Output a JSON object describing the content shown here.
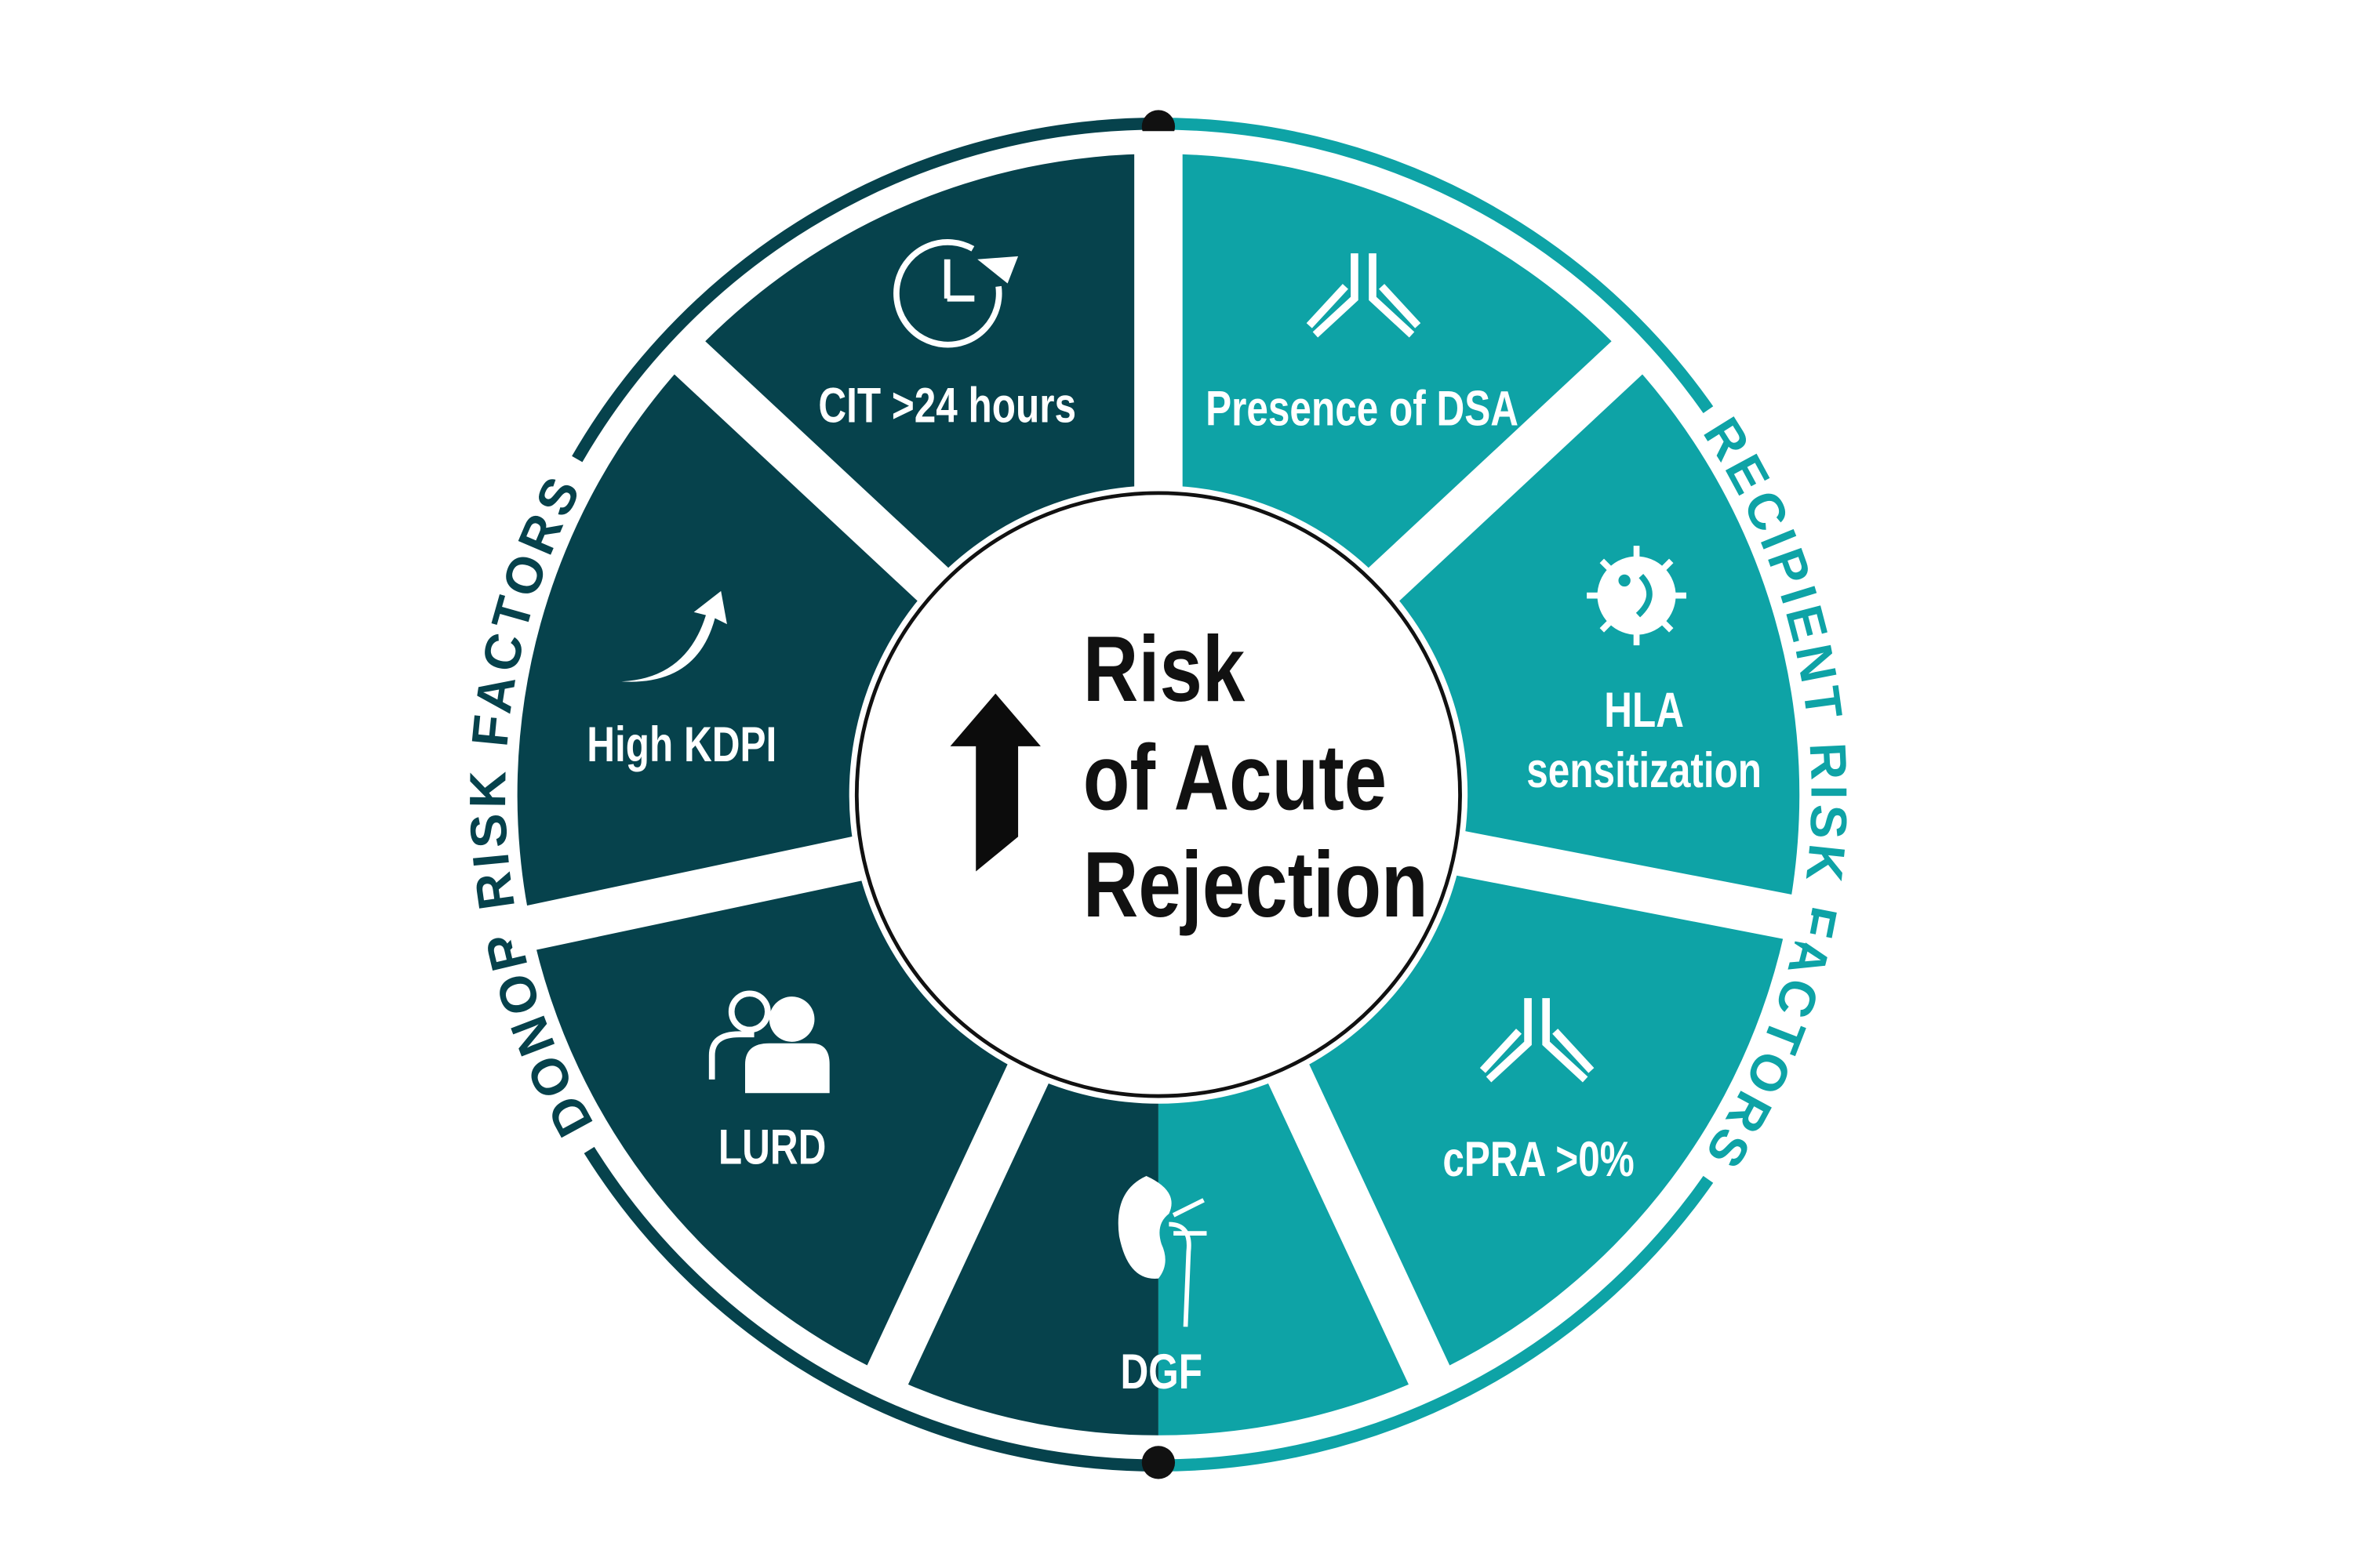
{
  "center": {
    "title_lines": [
      "Risk",
      "of Acute",
      "Rejection"
    ],
    "icon": "up-arrow-icon"
  },
  "donor": {
    "label": "DONOR RISK FACTORS",
    "color": "#06424c",
    "factors": [
      {
        "label": "CIT >24 hours",
        "icon": "clock-icon"
      },
      {
        "label": "High KDPI",
        "icon": "rising-arrow-icon"
      },
      {
        "label": "LURD",
        "icon": "people-icon"
      }
    ]
  },
  "recipient": {
    "label": "RECIPIENT RISK FACTORS",
    "color": "#0ea3a6",
    "factors": [
      {
        "label": "Presence of DSA",
        "icon": "antibody-icon"
      },
      {
        "label_lines": [
          "HLA",
          "sensitization"
        ],
        "icon": "virus-icon"
      },
      {
        "label": "cPRA >0%",
        "icon": "antibody-icon"
      }
    ]
  },
  "shared": {
    "label": "DGF",
    "icon": "kidney-icon"
  }
}
